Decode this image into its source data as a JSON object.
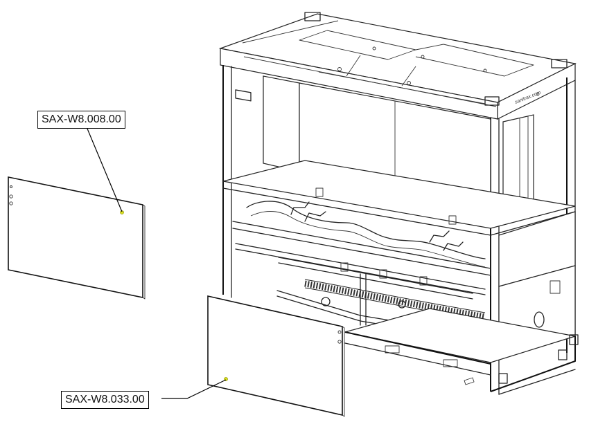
{
  "callouts": [
    {
      "label": "SAX-W8.008.00",
      "target": "removed-side-panel"
    },
    {
      "label": "SAX-W8.033.00",
      "target": "removed-front-panel"
    }
  ],
  "colors": {
    "line": "#222222",
    "marker": "#d8e020",
    "background": "#ffffff"
  }
}
